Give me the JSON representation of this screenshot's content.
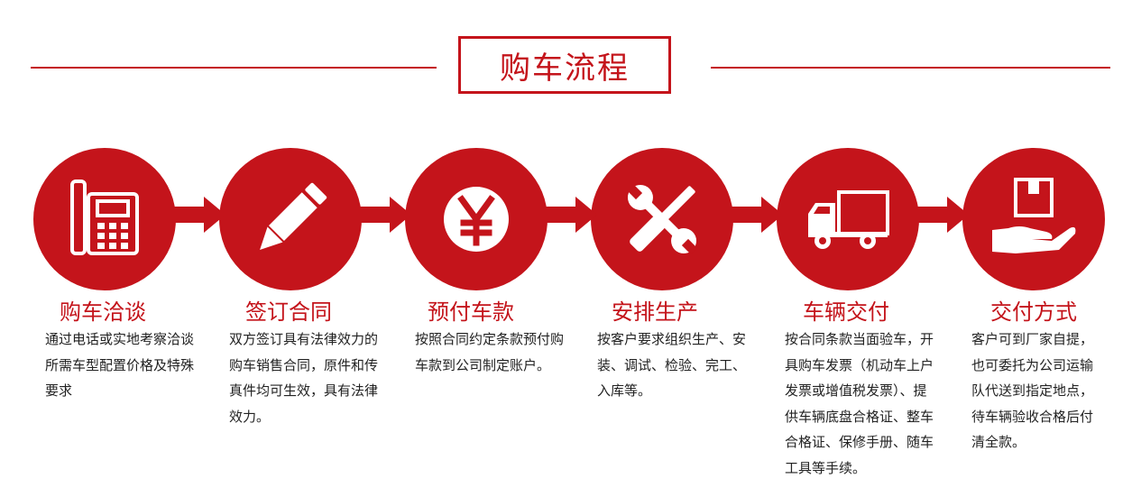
{
  "header": {
    "title": "购车流程"
  },
  "accent_color": "#c4141b",
  "steps": [
    {
      "icon": "telephone-icon",
      "title": "购车洽谈",
      "desc": "通过电话或实地考察洽谈所需车型配置价格及特殊要求"
    },
    {
      "icon": "pencil-icon",
      "title": "签订合同",
      "desc": "双方签订具有法律效力的购车销售合同，原件和传真件均可生效，具有法律效力。"
    },
    {
      "icon": "yen-coin-icon",
      "title": "预付车款",
      "desc": "按照合同约定条款预付购车款到公司制定账户。"
    },
    {
      "icon": "tools-icon",
      "title": "安排生产",
      "desc": "按客户要求组织生产、安装、调试、检验、完工、入库等。"
    },
    {
      "icon": "truck-icon",
      "title": "车辆交付",
      "desc": "按合同条款当面验车，开具购车发票（机动车上户发票或增值税发票）、提供车辆底盘合格证、整车合格证、保修手册、随车工具等手续。"
    },
    {
      "icon": "hand-box-icon",
      "title": "交付方式",
      "desc": "客户可到厂家自提，也可委托为公司运输队代送到指定地点，待车辆验收合格后付清全款。"
    }
  ]
}
